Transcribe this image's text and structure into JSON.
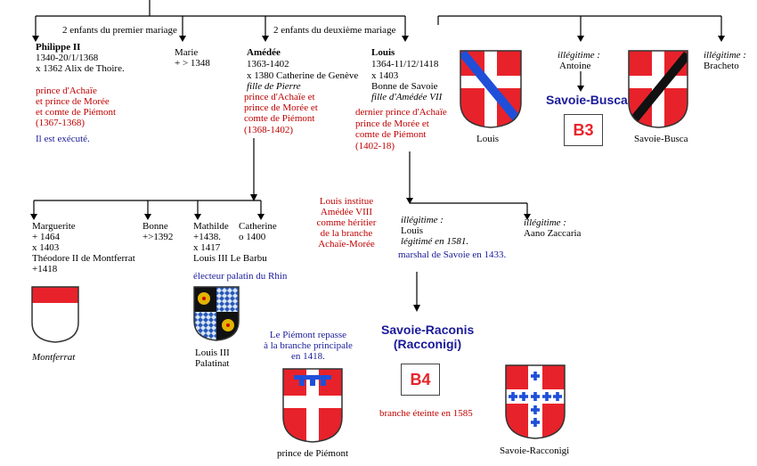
{
  "branches": {
    "first_marriage": "2 enfants du premier mariage",
    "second_marriage": "2 enfants du deuxième mariage"
  },
  "philippe": {
    "name": "Philippe II",
    "lines": [
      "1340-20/1/1368",
      "x 1362 Alix de Thoire."
    ],
    "titles": [
      "prince d'Achaïe",
      "et prince de Morée",
      "et comte de Piémont",
      "(1367-1368)"
    ],
    "note": "Il est exécuté."
  },
  "marie": {
    "lines": [
      "Marie",
      "+ > 1348"
    ]
  },
  "amedee": {
    "name": "Amédée",
    "lines": [
      "1363-1402",
      "x 1380 Catherine de Genève"
    ],
    "father": "fille de Pierre",
    "titles": [
      "prince d'Achaïe et",
      "prince de Morée et",
      "comte de Piémont",
      "(1368-1402)"
    ]
  },
  "louis": {
    "name": "Louis",
    "lines": [
      "1364-11/12/1418",
      "x 1403",
      "Bonne de Savoie"
    ],
    "father": "fille d'Amédée VII",
    "titles": [
      "dernier prince d'Achaïe",
      "prince de Morée et",
      "comte de Piémont",
      "(1402-18)"
    ]
  },
  "louis_shield_caption": "Louis",
  "antoine": {
    "tag": "illégitime :",
    "name": "Antoine"
  },
  "bracheto": {
    "tag": "illégitime :",
    "name": "Bracheto"
  },
  "savoie_busca": {
    "title": "Savoie-Busca",
    "code": "B3",
    "caption": "Savoie-Busca"
  },
  "marguerite": {
    "lines": [
      "Marguerite",
      "+ 1464",
      "x 1403",
      "Théodore II de Montferrat",
      " +1418"
    ]
  },
  "montferrat_caption": "Montferrat",
  "bonne": {
    "lines": [
      "Bonne",
      "+>1392"
    ]
  },
  "mathilde": {
    "lines": [
      "Mathilde",
      "+1438.",
      "x 1417",
      "Louis III Le Barbu"
    ],
    "title": "électeur palatin du Rhin",
    "caption": [
      "Louis III",
      "Palatinat"
    ]
  },
  "catherine": {
    "lines": [
      "Catherine",
      "o 1400"
    ]
  },
  "louis_institue": [
    "Louis institue",
    "Amédée VIII",
    "comme héritier",
    "de la branche",
    "Achaïe-Morée"
  ],
  "louis_illegit": {
    "tag": "illégitime :",
    "name": "Louis",
    "legit": "légitimé en 1581.",
    "marshal": "marshal de Savoie en 1433."
  },
  "aano": {
    "tag": "illégitime :",
    "name": "Aano Zaccaria"
  },
  "piemont_note": [
    "Le Piémont repasse",
    "à la branche principale",
    "en 1418."
  ],
  "piemont_caption": "prince de Piémont",
  "raconis": {
    "title1": "Savoie-Raconis",
    "title2": "(Racconigi)",
    "code": "B4",
    "extinct": "branche éteinte en 1585",
    "caption": "Savoie-Racconigi"
  },
  "colors": {
    "heraldic_red": "#e8222a",
    "blue_title": "#1a1a9a",
    "red_text": "#c00000",
    "bend_blue": "#1f4fd8"
  }
}
